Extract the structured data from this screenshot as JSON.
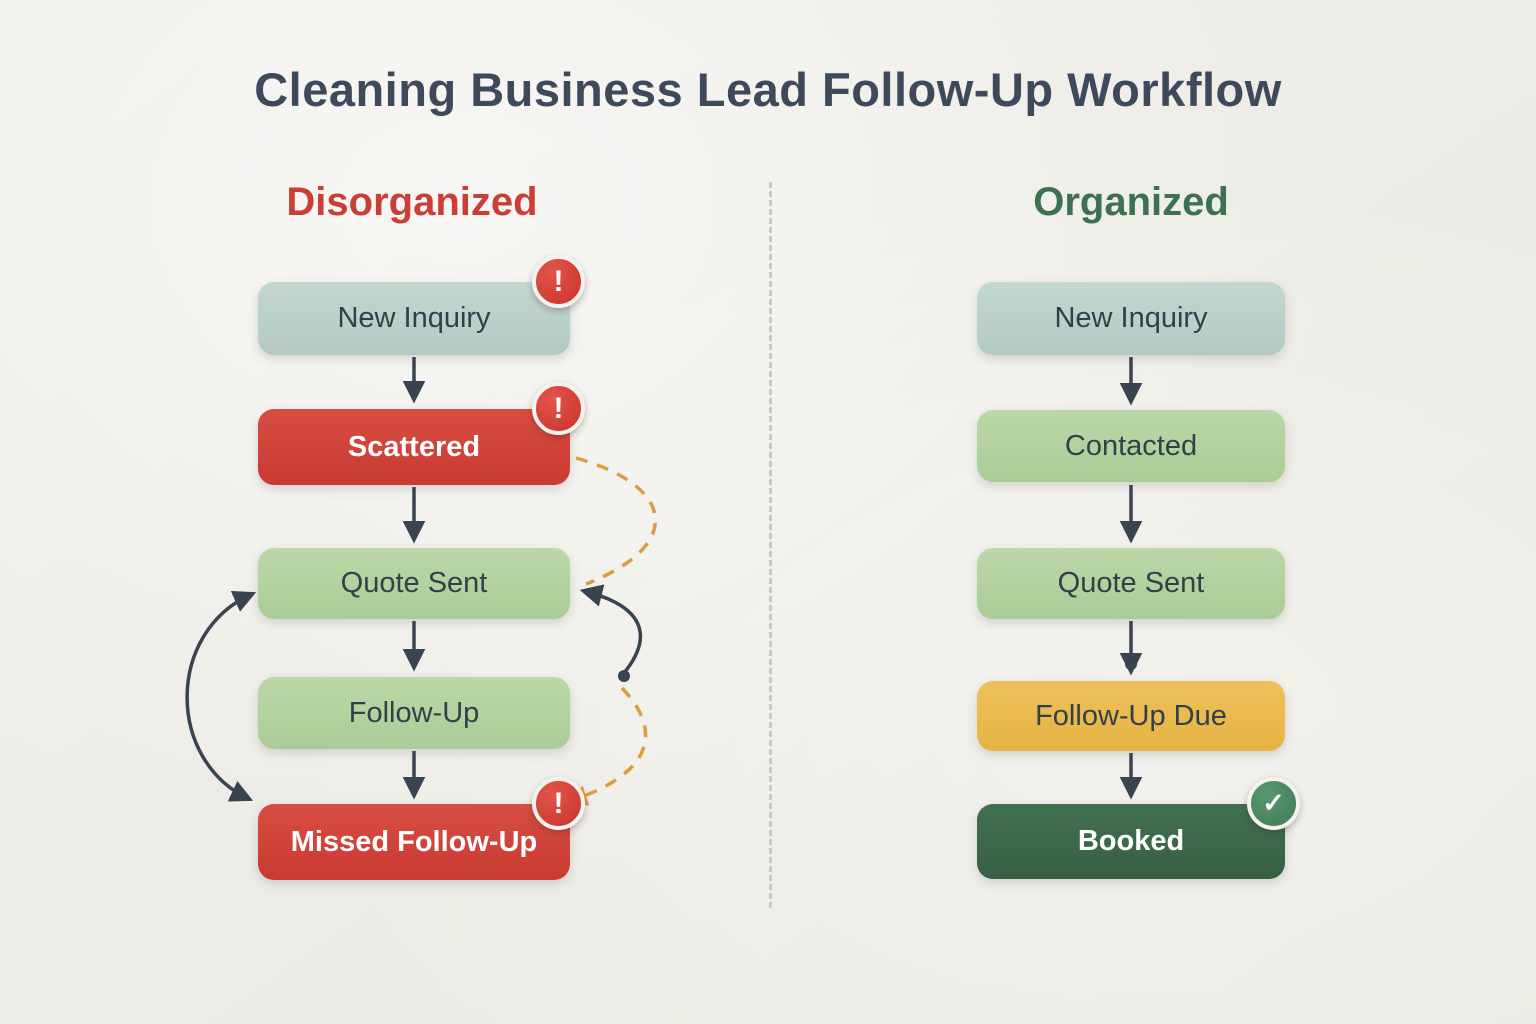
{
  "title": "Cleaning Business Lead Follow-Up Workflow",
  "columns": {
    "left": {
      "heading": "Disorganized",
      "nodes": [
        {
          "label": "New Inquiry",
          "badge": "!"
        },
        {
          "label": "Scattered",
          "badge": "!"
        },
        {
          "label": "Quote Sent"
        },
        {
          "label": "Follow-Up"
        },
        {
          "label": "Missed Follow-Up",
          "badge": "!"
        }
      ]
    },
    "right": {
      "heading": "Organized",
      "nodes": [
        {
          "label": "New Inquiry"
        },
        {
          "label": "Contacted"
        },
        {
          "label": "Quote Sent"
        },
        {
          "label": "Follow-Up Due"
        },
        {
          "label": "Booked",
          "badge": "✓"
        }
      ]
    }
  },
  "colors": {
    "title": "#3e4a5c",
    "disorganized_heading": "#c93f35",
    "organized_heading": "#3c7152",
    "node_info": "#bcd2cc",
    "node_ok": "#b2d29e",
    "node_danger": "#d1463d",
    "node_warn": "#e9ba4e",
    "node_success": "#3c6b4e",
    "arrow": "#3a4450",
    "dashed_accent": "#dd9c3f",
    "background": "#edebe5"
  }
}
